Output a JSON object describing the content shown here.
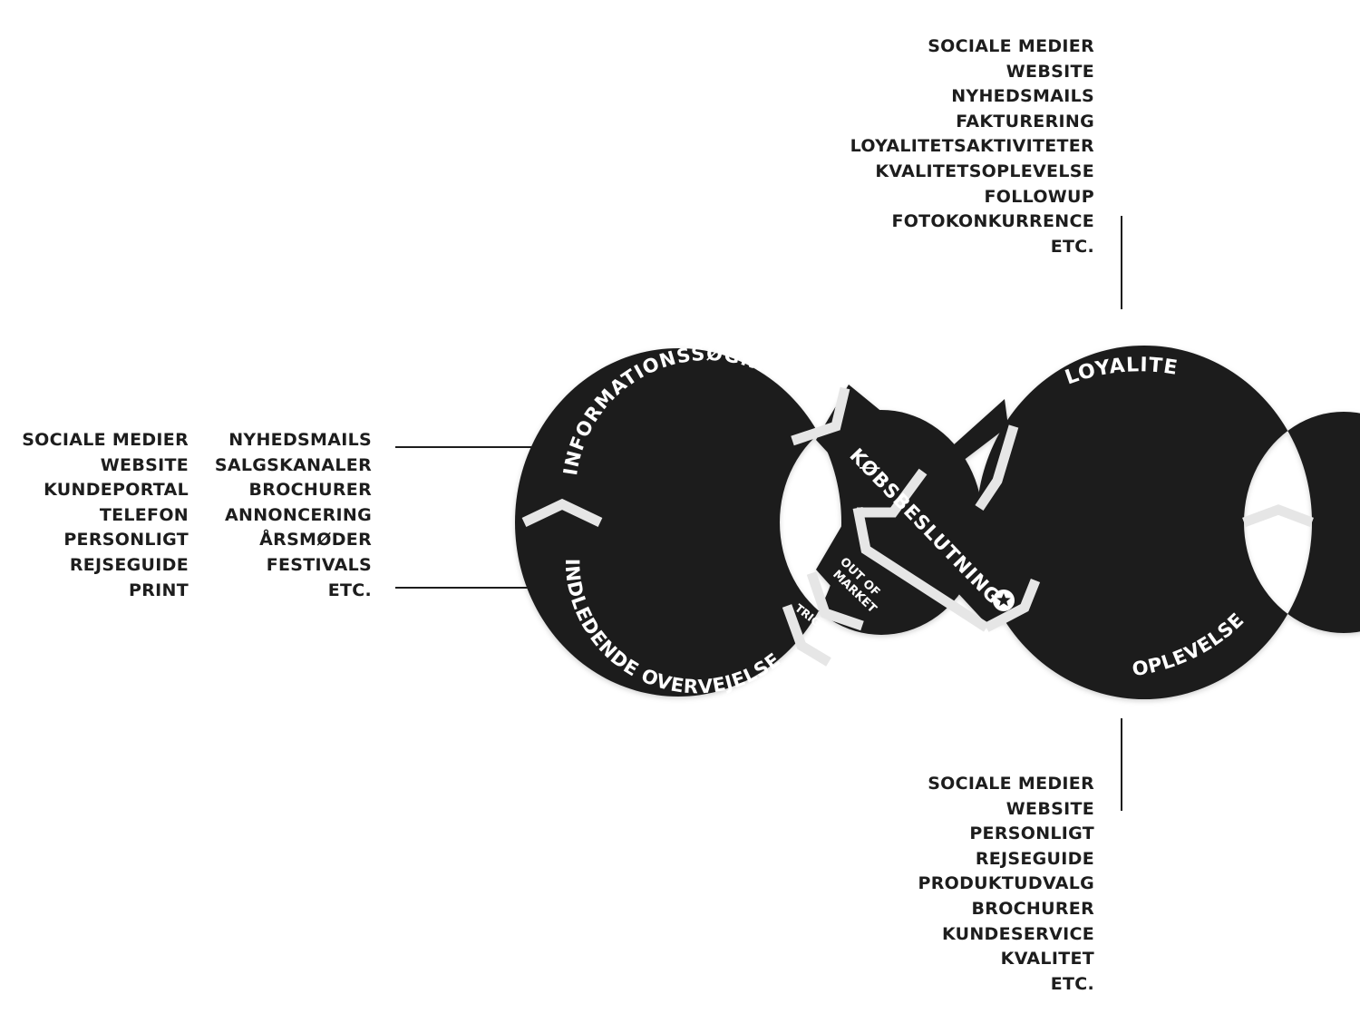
{
  "lists": {
    "top": [
      "SOCIALE MEDIER",
      "WEBSITE",
      "NYHEDSMAILS",
      "FAKTURERING",
      "LOYALITETSAKTIVITETER",
      "KVALITETSOPLEVELSE",
      "FOLLOWUP",
      "FOTOKONKURRENCE",
      "ETC."
    ],
    "left_1": [
      "SOCIALE MEDIER",
      "WEBSITE",
      "KUNDEPORTAL",
      "TELEFON",
      "PERSONLIGT",
      "REJSEGUIDE",
      "PRINT"
    ],
    "left_2": [
      "NYHEDSMAILS",
      "SALGSKANALER",
      "BROCHURER",
      "ANNONCERING",
      "ÅRSMØDER",
      "FESTIVALS",
      "ETC."
    ],
    "bottom": [
      "SOCIALE MEDIER",
      "WEBSITE",
      "PERSONLIGT",
      "REJSEGUIDE",
      "PRODUKTUDVALG",
      "BROCHURER",
      "KUNDESERVICE",
      "KVALITET",
      "ETC."
    ]
  },
  "stages": {
    "informationssogning": "INFORMATIONSSØGNING",
    "indledende": "INDLEDENDE OVERVEJELSER",
    "trigger": "TRIGGER",
    "out_of_market_1": "OUT OF",
    "out_of_market_2": "MARKET",
    "kobsbeslutning": "KØBSBESLUTNING",
    "loyalitet": "LOYALITET",
    "oplevelse": "OPLEVELSE"
  },
  "colors": {
    "band": "#1d1d1d",
    "gap": "#e6e6e6",
    "text": "#ffffff",
    "list_text": "#1d1d1d"
  },
  "icons": {
    "decision": "star-circle-icon"
  }
}
